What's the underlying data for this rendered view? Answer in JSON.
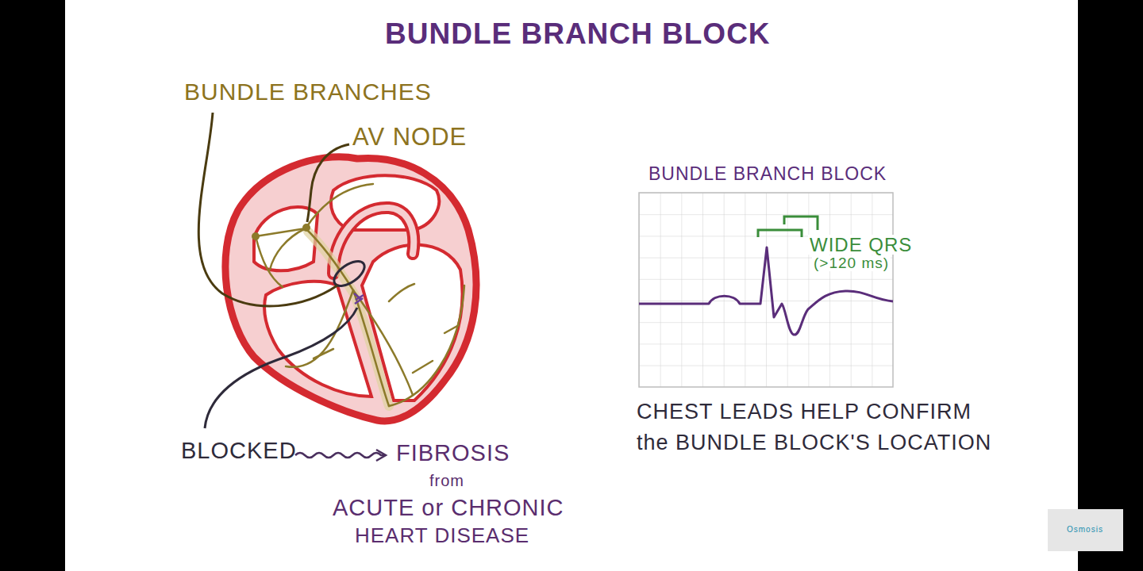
{
  "diagram": {
    "title": "BUNDLE BRANCH BLOCK",
    "nodes": [
      {
        "text": [
          "BUNDLE BRANCH BLOCK"
        ]
      }
    ],
    "labels": [
      "BUNDLE BRANCHES",
      "AV NODE",
      "BLOCKED",
      "FIBROSIS",
      "from",
      "ACUTE or CHRONIC",
      "HEART DISEASE",
      "WIDE QRS",
      "(>120 ms)",
      "CHEST LEADS HELP CONFIRM the BUNDLE BLOCK'S LOCATION",
      "Osmosis"
    ]
  }
}
